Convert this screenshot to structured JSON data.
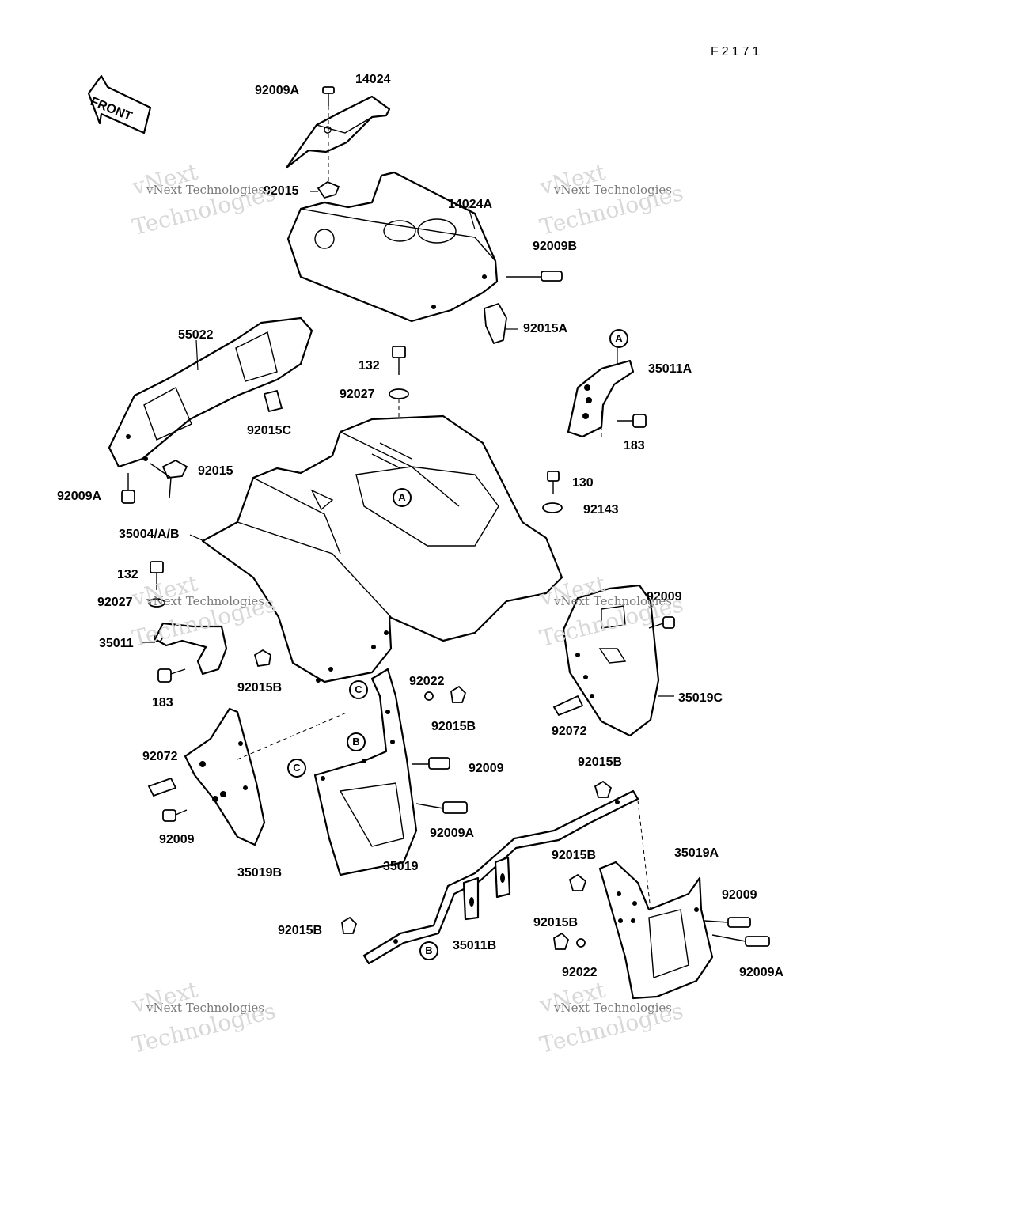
{
  "figure_code": "F2171",
  "front_label": "FRONT",
  "watermark": {
    "small": "vNext Technologies",
    "big": "Technologies",
    "top": "vNext"
  },
  "labels": {
    "l92009A_top": "92009A",
    "l14024": "14024",
    "l92015_top": "92015",
    "l14024A": "14024A",
    "l92009B": "92009B",
    "l92015A": "92015A",
    "l55022": "55022",
    "l132_top": "132",
    "l92027_top": "92027",
    "l35011A": "35011A",
    "l183_right": "183",
    "l92015C": "92015C",
    "l92015_mid": "92015",
    "l92009A_left": "92009A",
    "l130": "130",
    "l92143": "92143",
    "l35004": "35004/A/B",
    "l132_left": "132",
    "l92027_left": "92027",
    "l35011": "35011",
    "l183_left": "183",
    "l92015B_left": "92015B",
    "l92022_top": "92022",
    "l92015B_mid": "92015B",
    "l92009_right": "92009",
    "l35019C": "35019C",
    "l92072_right": "92072",
    "l92072_left": "92072",
    "l92009_mid": "92009",
    "l92009_left": "92009",
    "l35019B": "35019B",
    "l92009A_mid": "92009A",
    "l35019": "35019",
    "l92015B_upper": "92015B",
    "l92015B_right": "92015B",
    "l35019A": "35019A",
    "l92009_lowright": "92009",
    "l92015B_low": "92015B",
    "l35011B": "35011B",
    "l92015B_low2": "92015B",
    "l92022_low": "92022",
    "l92009A_low": "92009A"
  },
  "refs": {
    "A": "A",
    "B": "B",
    "C": "C"
  }
}
